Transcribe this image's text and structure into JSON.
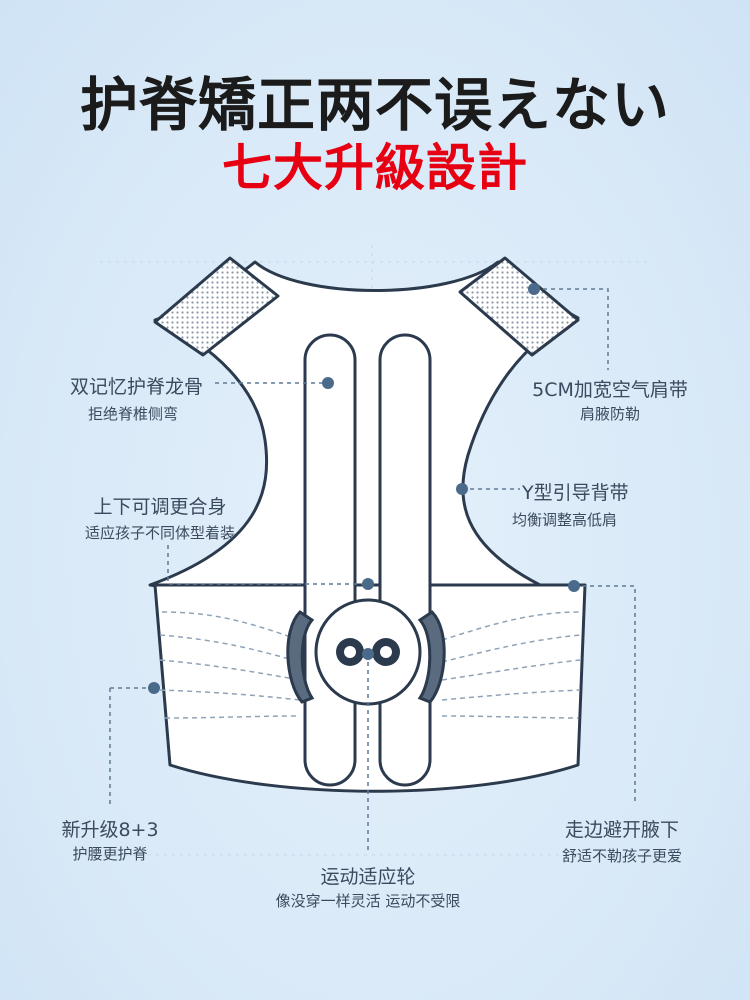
{
  "title": {
    "line1": "护脊矯正两不误えない",
    "line2": "七大升級設計"
  },
  "colors": {
    "background": "#d9e9f7",
    "accent_red": "#e60012",
    "outline": "#2b3a4d",
    "dot": "#4a6a8c",
    "dashed_line": "#5f7a96"
  },
  "callouts": {
    "spine_bones": {
      "main": "双记忆护脊龙骨",
      "sub": "拒绝脊椎侧弯"
    },
    "adjustable": {
      "main": "上下可调更合身",
      "sub": "适应孩子不同体型着装"
    },
    "waist_upgrade": {
      "main": "新升级8+3",
      "sub": "护腰更护脊"
    },
    "shoulder_strap": {
      "main": "5CM加宽空气肩带",
      "sub": "肩腋防勒"
    },
    "y_back": {
      "main": "Y型引导背带",
      "sub": "均衡调整高低肩"
    },
    "side_cut": {
      "main": "走边避开腋下",
      "sub": "舒适不勒孩子更爱"
    },
    "wheel": {
      "main": "运动适应轮",
      "sub": "像没穿一样灵活 运动不受限"
    }
  }
}
